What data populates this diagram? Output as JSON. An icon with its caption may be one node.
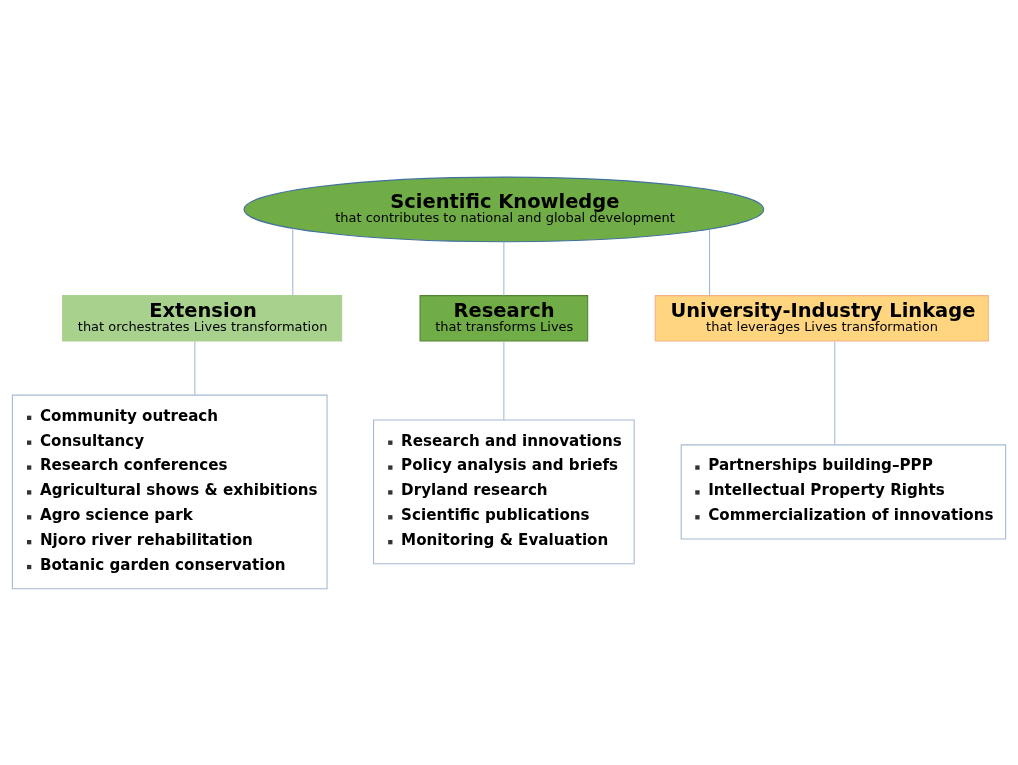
{
  "diagram": {
    "nodes": [
      {
        "text": [
          "Scientific Knowledge",
          "that contributes to national and global development"
        ]
      },
      {
        "text": [
          "Extension",
          "that orchestrates Lives transformation"
        ]
      },
      {
        "text": [
          "Research",
          "that transforms Lives"
        ]
      },
      {
        "text": [
          "University-Industry Linkage",
          "that leverages Lives transformation"
        ]
      },
      {
        "text": [
          "Community outreach",
          "Consultancy",
          "Research conferences",
          "Agricultural shows & exhibitions",
          "Agro science park",
          "Njoro river rehabilitation",
          "Botanic garden conservation"
        ]
      },
      {
        "text": [
          "Research and innovations",
          "Policy analysis and briefs",
          "Dryland research",
          "Scientific publications",
          "Monitoring & Evaluation"
        ]
      },
      {
        "text": [
          "Partnerships building–PPP",
          "Intellectual Property Rights",
          "Commercialization of innovations"
        ]
      }
    ],
    "edges": [
      {
        "from": 0,
        "to": 1,
        "arrow": "none"
      },
      {
        "from": 0,
        "to": 2,
        "arrow": "none"
      },
      {
        "from": 0,
        "to": 3,
        "arrow": "none"
      },
      {
        "from": 1,
        "to": 4,
        "arrow": "none"
      },
      {
        "from": 2,
        "to": 5,
        "arrow": "none"
      },
      {
        "from": 3,
        "to": 6,
        "arrow": "none"
      }
    ]
  }
}
